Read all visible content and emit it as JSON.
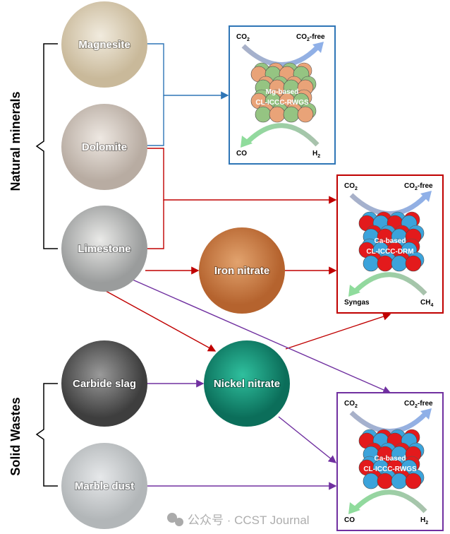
{
  "groups": {
    "natural": "Natural minerals",
    "solid": "Solid Wastes"
  },
  "materials": {
    "magnesite": "Magnesite",
    "dolomite": "Dolomite",
    "limestone": "Limestone",
    "iron_nitrate": "Iron nitrate",
    "carbide_slag": "Carbide slag",
    "nickel_nitrate": "Nickel nitrate",
    "marble_dust": "Marble dust"
  },
  "processes": [
    {
      "line1": "Mg-based",
      "line2": "CL-ICCC-RWGS",
      "in_top": "CO",
      "out_top": "CO",
      "out_top_suffix": "-free",
      "bottom_left": "CO",
      "bottom_right": "H",
      "border": "#2e75b6",
      "colorA": "#e9a378",
      "colorB": "#95c482"
    },
    {
      "line1": "Ca-based",
      "line2": "CL-ICCC-DRM",
      "in_top": "CO",
      "out_top": "CO",
      "out_top_suffix": "-free",
      "bottom_left": "Syngas",
      "bottom_right": "CH",
      "border": "#c00000",
      "colorA": "#e31a1c",
      "colorB": "#3ba3db"
    },
    {
      "line1": "Ca-based",
      "line2": "CL-ICCC-RWGS",
      "in_top": "CO",
      "out_top": "CO",
      "out_top_suffix": "-free",
      "bottom_left": "CO",
      "bottom_right": "H",
      "border": "#7030a0",
      "colorA": "#e31a1c",
      "colorB": "#3ba3db"
    }
  ],
  "subscripts": {
    "two": "2",
    "four": "4"
  },
  "watermark": "公众号 · CCST Journal",
  "colors": {
    "blue": "#2e75b6",
    "red": "#c00000",
    "purple": "#7030a0"
  }
}
